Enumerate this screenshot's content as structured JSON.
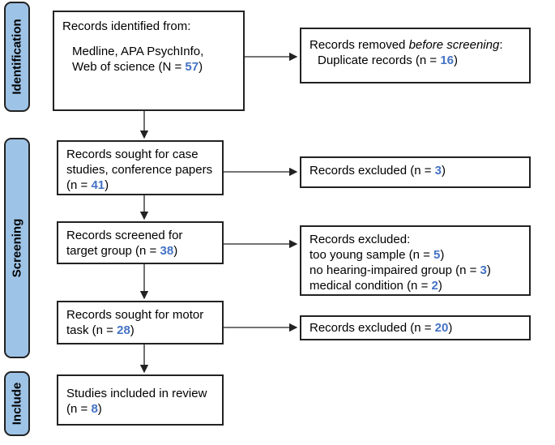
{
  "phases": [
    "Identification",
    "Screening",
    "Include"
  ],
  "identification": {
    "title": "Records identified from:",
    "sources": "Medline, APA PsychInfo, Web of science (N = ",
    "n": "57"
  },
  "removed": {
    "line1a": "Records removed ",
    "line1b": "before screening",
    "line1c": ":",
    "line2": "Duplicate records (n = ",
    "n": "16"
  },
  "sought": {
    "text": "Records sought for case studies, conference papers (n = ",
    "n": "41"
  },
  "excluded1": {
    "text": "Records excluded (n = ",
    "n": "3"
  },
  "screened": {
    "text": "Records screened for target group (n = ",
    "n": "38"
  },
  "excluded2": {
    "title": "Records excluded:",
    "reasons": [
      {
        "text": "too young sample (n = ",
        "n": "5"
      },
      {
        "text": "no hearing-impaired group (n = ",
        "n": "3"
      },
      {
        "text": "medical condition (n = ",
        "n": "2"
      }
    ]
  },
  "motor": {
    "text": "Records sought for motor task (n = ",
    "n": "28"
  },
  "excluded3": {
    "text": "Records excluded (n = ",
    "n": "20"
  },
  "included": {
    "text": "Studies included in review (n = ",
    "n": "8"
  },
  "close": ")",
  "colors": {
    "phase_fill": "#9dc3e6",
    "number": "#4472c4"
  }
}
